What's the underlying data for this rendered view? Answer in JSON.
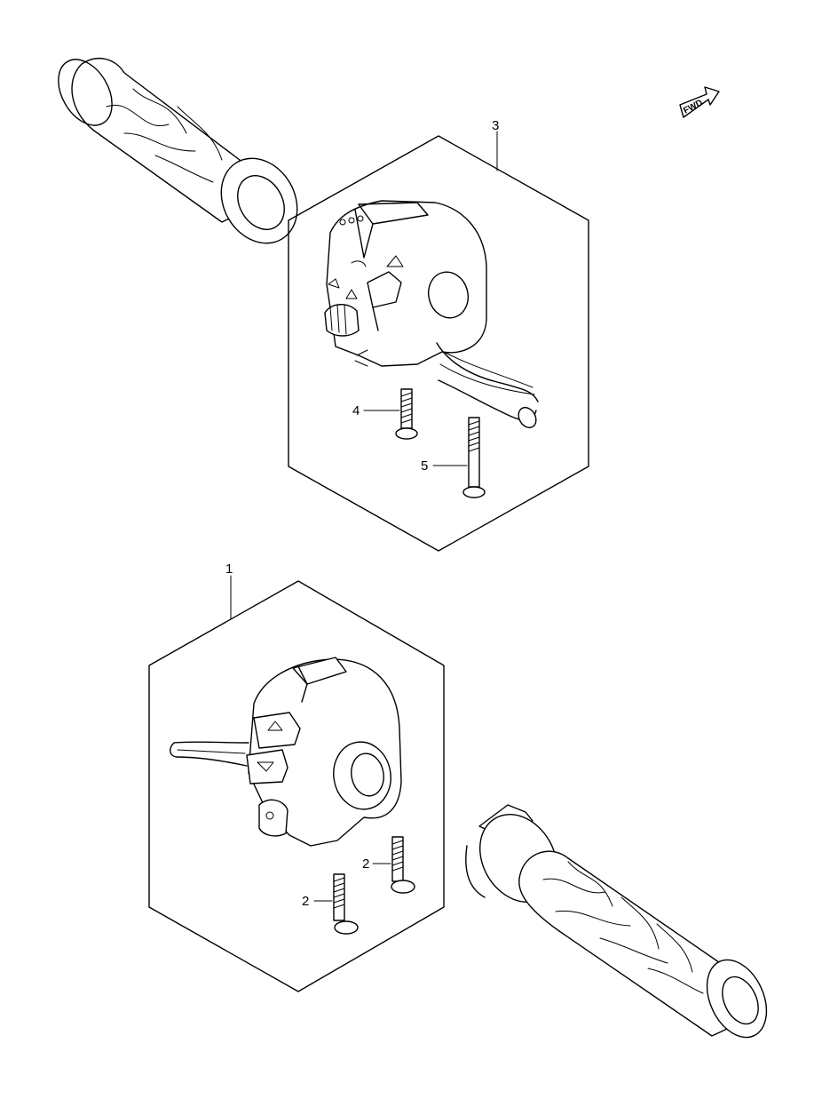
{
  "fwd_badge": "FWD",
  "callouts": {
    "c1": "1",
    "c2a": "2",
    "c2b": "2",
    "c3": "3",
    "c4": "4",
    "c5": "5"
  }
}
